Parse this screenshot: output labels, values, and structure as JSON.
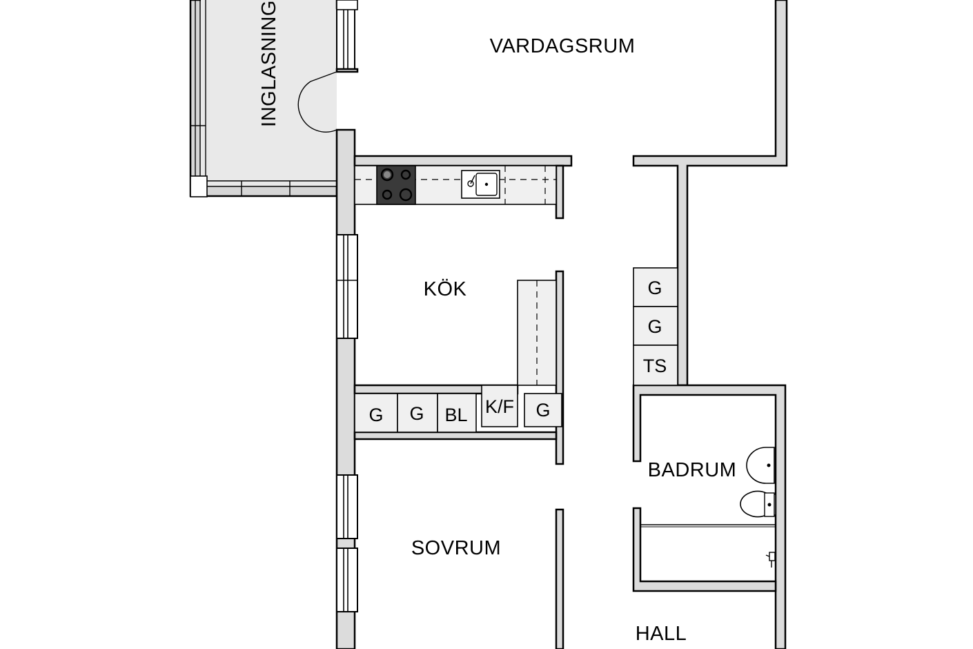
{
  "rooms": {
    "vardagsrum": "VARDAGSRUM",
    "inglasning": "INGLASNING",
    "kok": "KÖK",
    "sovrum": "SOVRUM",
    "badrum": "BADRUM",
    "hall": "HALL"
  },
  "kitchen_units": {
    "g1": "G",
    "g2": "G",
    "bl": "BL",
    "kf": "K/F",
    "g3": "G"
  },
  "hall_closets": {
    "g1": "G",
    "g2": "G",
    "ts": "TS"
  }
}
